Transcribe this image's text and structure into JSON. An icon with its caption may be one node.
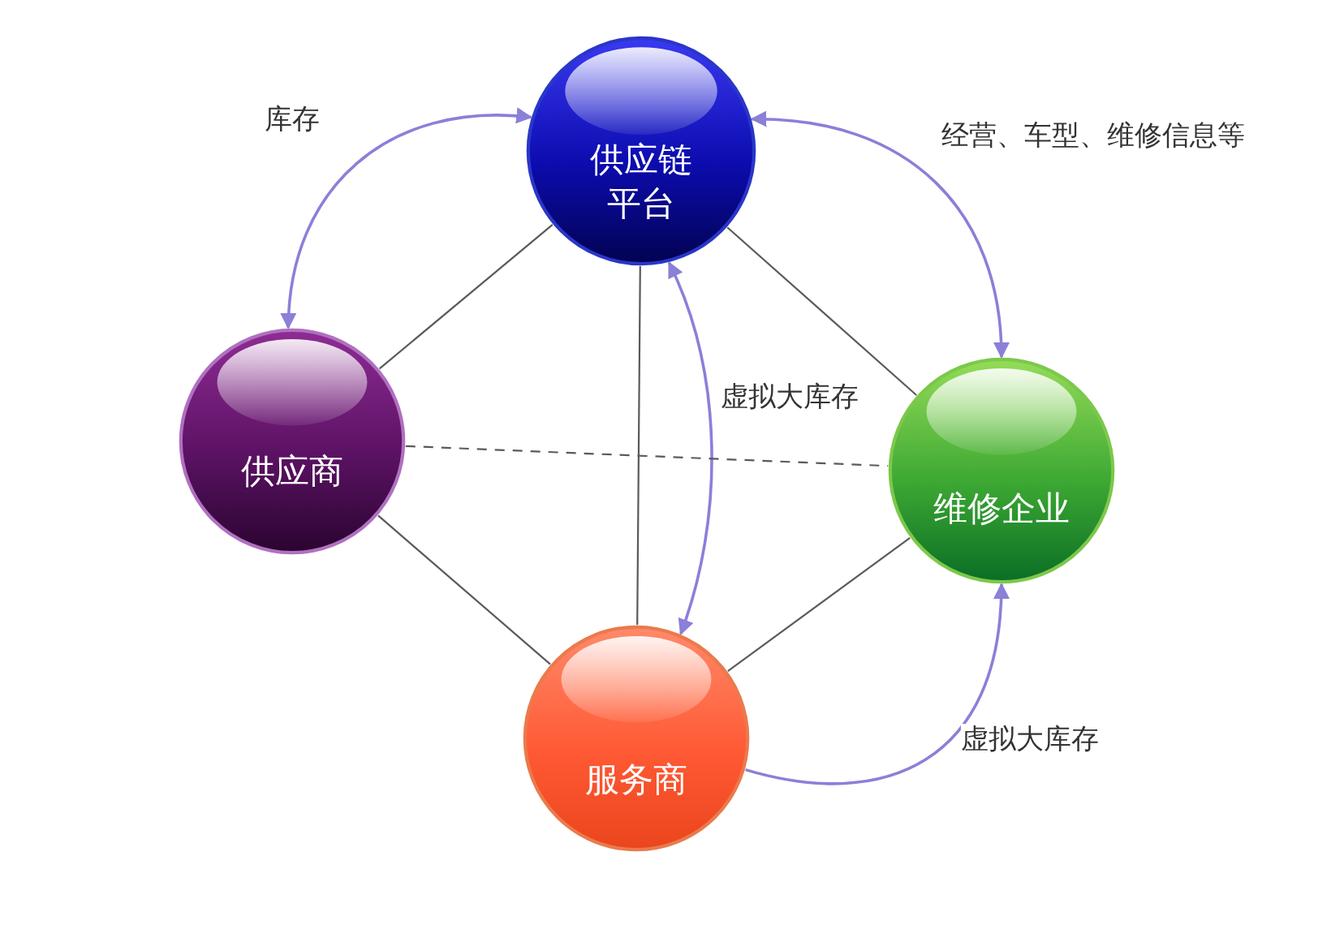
{
  "diagram": {
    "nodes": [
      {
        "text": [
          "供应链平台"
        ]
      },
      {
        "text": [
          "供应商"
        ]
      },
      {
        "text": [
          "维修企业"
        ]
      },
      {
        "text": [
          "服务商"
        ]
      }
    ],
    "edges": [
      {
        "from": 0,
        "to": 1,
        "arrow": "both",
        "label": "库存",
        "color": "#8a80d8"
      },
      {
        "from": 0,
        "to": 2,
        "arrow": "both",
        "label": "经营、车型、维修信息等",
        "color": "#8a80d8"
      },
      {
        "from": 0,
        "to": 3,
        "arrow": "both",
        "label": "虚拟大库存",
        "color": "#8a80d8"
      },
      {
        "from": 3,
        "to": 2,
        "arrow": "to",
        "label": "虚拟大库存",
        "color": "#8a80d8"
      },
      {
        "from": 0,
        "to": 1,
        "arrow": "none"
      },
      {
        "from": 0,
        "to": 2,
        "arrow": "none"
      },
      {
        "from": 0,
        "to": 3,
        "arrow": "none"
      },
      {
        "from": 1,
        "to": 2,
        "arrow": "none",
        "style": "dashed"
      },
      {
        "from": 1,
        "to": 3,
        "arrow": "none"
      },
      {
        "from": 3,
        "to": 2,
        "arrow": "none"
      }
    ]
  }
}
